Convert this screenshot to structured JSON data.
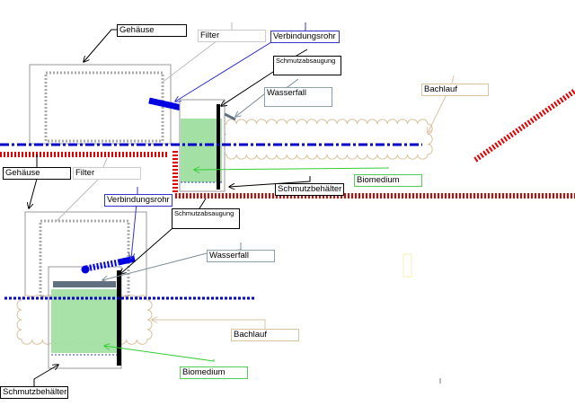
{
  "top": {
    "gehaeuse": "Gehäuse",
    "filter": "Filter",
    "verbindungsrohr": "Verbindungsrohr",
    "schmutzabsaugung": "Schmutzabsaugung",
    "wasserfall": "Wasserfall",
    "bachlauf": "Bachlauf",
    "biomedium": "Biomedium",
    "schmutzbehaelter": "Schmutzbehälter"
  },
  "bottom": {
    "gehaeuse": "Gehäuse",
    "filter": "Filter",
    "verbindungsrohr": "Verbindungsrohr",
    "schmutzabsaugung": "Schmutzabsaugung",
    "wasserfall": "Wasserfall",
    "bachlauf": "Bachlauf",
    "biomedium": "Biomedium",
    "schmutzbehaelter": "Schmutzbehälter"
  },
  "colors": {
    "water_level": "#0000cc",
    "ground": "#e00000",
    "biomedium": "#a3e0a3",
    "pipe": "#0000e0",
    "bachlauf": "#d9c3a0"
  }
}
